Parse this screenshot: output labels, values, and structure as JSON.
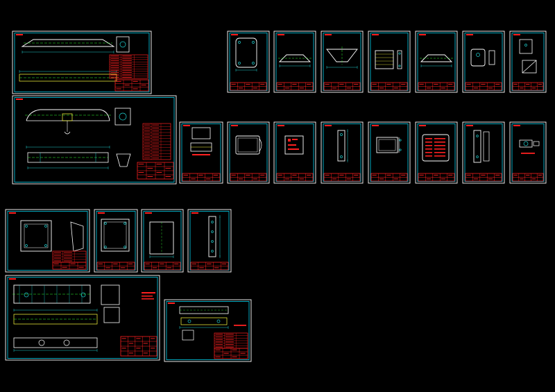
{
  "viewport": {
    "background": "#000000"
  },
  "colors": {
    "frame": "#ffffff",
    "border": "#00bcd4",
    "title_block": "#ff2020",
    "outline": "#ffffff",
    "dimension": "#20d0d0",
    "detail": "#ff3030",
    "centerline": "#30ff30",
    "hatch": "#ffff40"
  },
  "sheets": [
    {
      "id": "sheet-01",
      "kind": "assembly-beam"
    },
    {
      "id": "sheet-02",
      "kind": "assembly-crane"
    },
    {
      "id": "sheet-03",
      "kind": "part-rounded-plate"
    },
    {
      "id": "sheet-04",
      "kind": "part-trapezoid"
    },
    {
      "id": "sheet-05",
      "kind": "part-funnel"
    },
    {
      "id": "sheet-06",
      "kind": "part-rib-plate"
    },
    {
      "id": "sheet-07",
      "kind": "part-trapezoid"
    },
    {
      "id": "sheet-08",
      "kind": "part-bracket"
    },
    {
      "id": "sheet-09",
      "kind": "part-plate-diagonal"
    },
    {
      "id": "sheet-10",
      "kind": "part-section"
    },
    {
      "id": "sheet-11",
      "kind": "part-rounded-rect"
    },
    {
      "id": "sheet-12",
      "kind": "part-red-table"
    },
    {
      "id": "sheet-13",
      "kind": "part-tall-narrow"
    },
    {
      "id": "sheet-14",
      "kind": "part-rect-bolts"
    },
    {
      "id": "sheet-15",
      "kind": "part-red-table-large"
    },
    {
      "id": "sheet-16",
      "kind": "part-side-bar"
    },
    {
      "id": "sheet-17",
      "kind": "part-small-fitting"
    },
    {
      "id": "sheet-18",
      "kind": "part-end-plate"
    },
    {
      "id": "sheet-19",
      "kind": "part-rect-holes"
    },
    {
      "id": "sheet-20",
      "kind": "part-plain-rect"
    },
    {
      "id": "sheet-21",
      "kind": "part-side-bar"
    },
    {
      "id": "sheet-22",
      "kind": "assembly-girder"
    },
    {
      "id": "sheet-23",
      "kind": "assembly-trolley"
    }
  ]
}
